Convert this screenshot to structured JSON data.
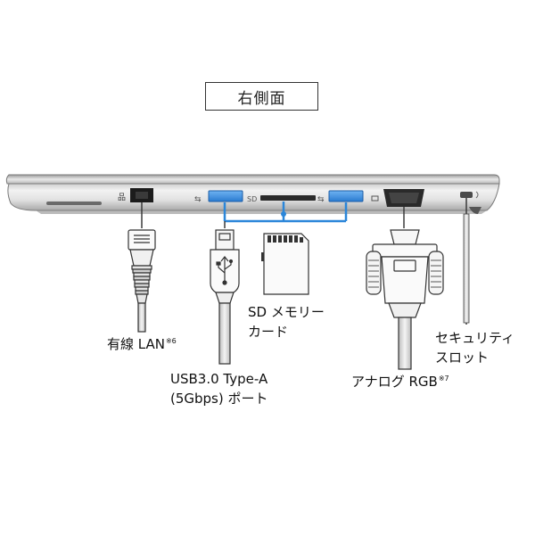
{
  "title": "右側面",
  "labels": {
    "lan": {
      "text": "有線 LAN",
      "note": "※6"
    },
    "usb": {
      "line1": "USB3.0 Type-A",
      "line2": "(5Gbps) ポート"
    },
    "sd": {
      "line1": "SD メモリー",
      "line2": "カード"
    },
    "rgb": {
      "text": "アナログ RGB",
      "note": "※7"
    },
    "security": {
      "line1": "セキュリティ",
      "line2": "スロット"
    }
  },
  "colors": {
    "usb_blue": "#3a8ee0",
    "bracket_blue": "#2b86d9",
    "body_light": "#e6e6e6",
    "body_edge": "#8a8a8a",
    "cable_gray": "#d9d9d9",
    "outline": "#444444"
  }
}
